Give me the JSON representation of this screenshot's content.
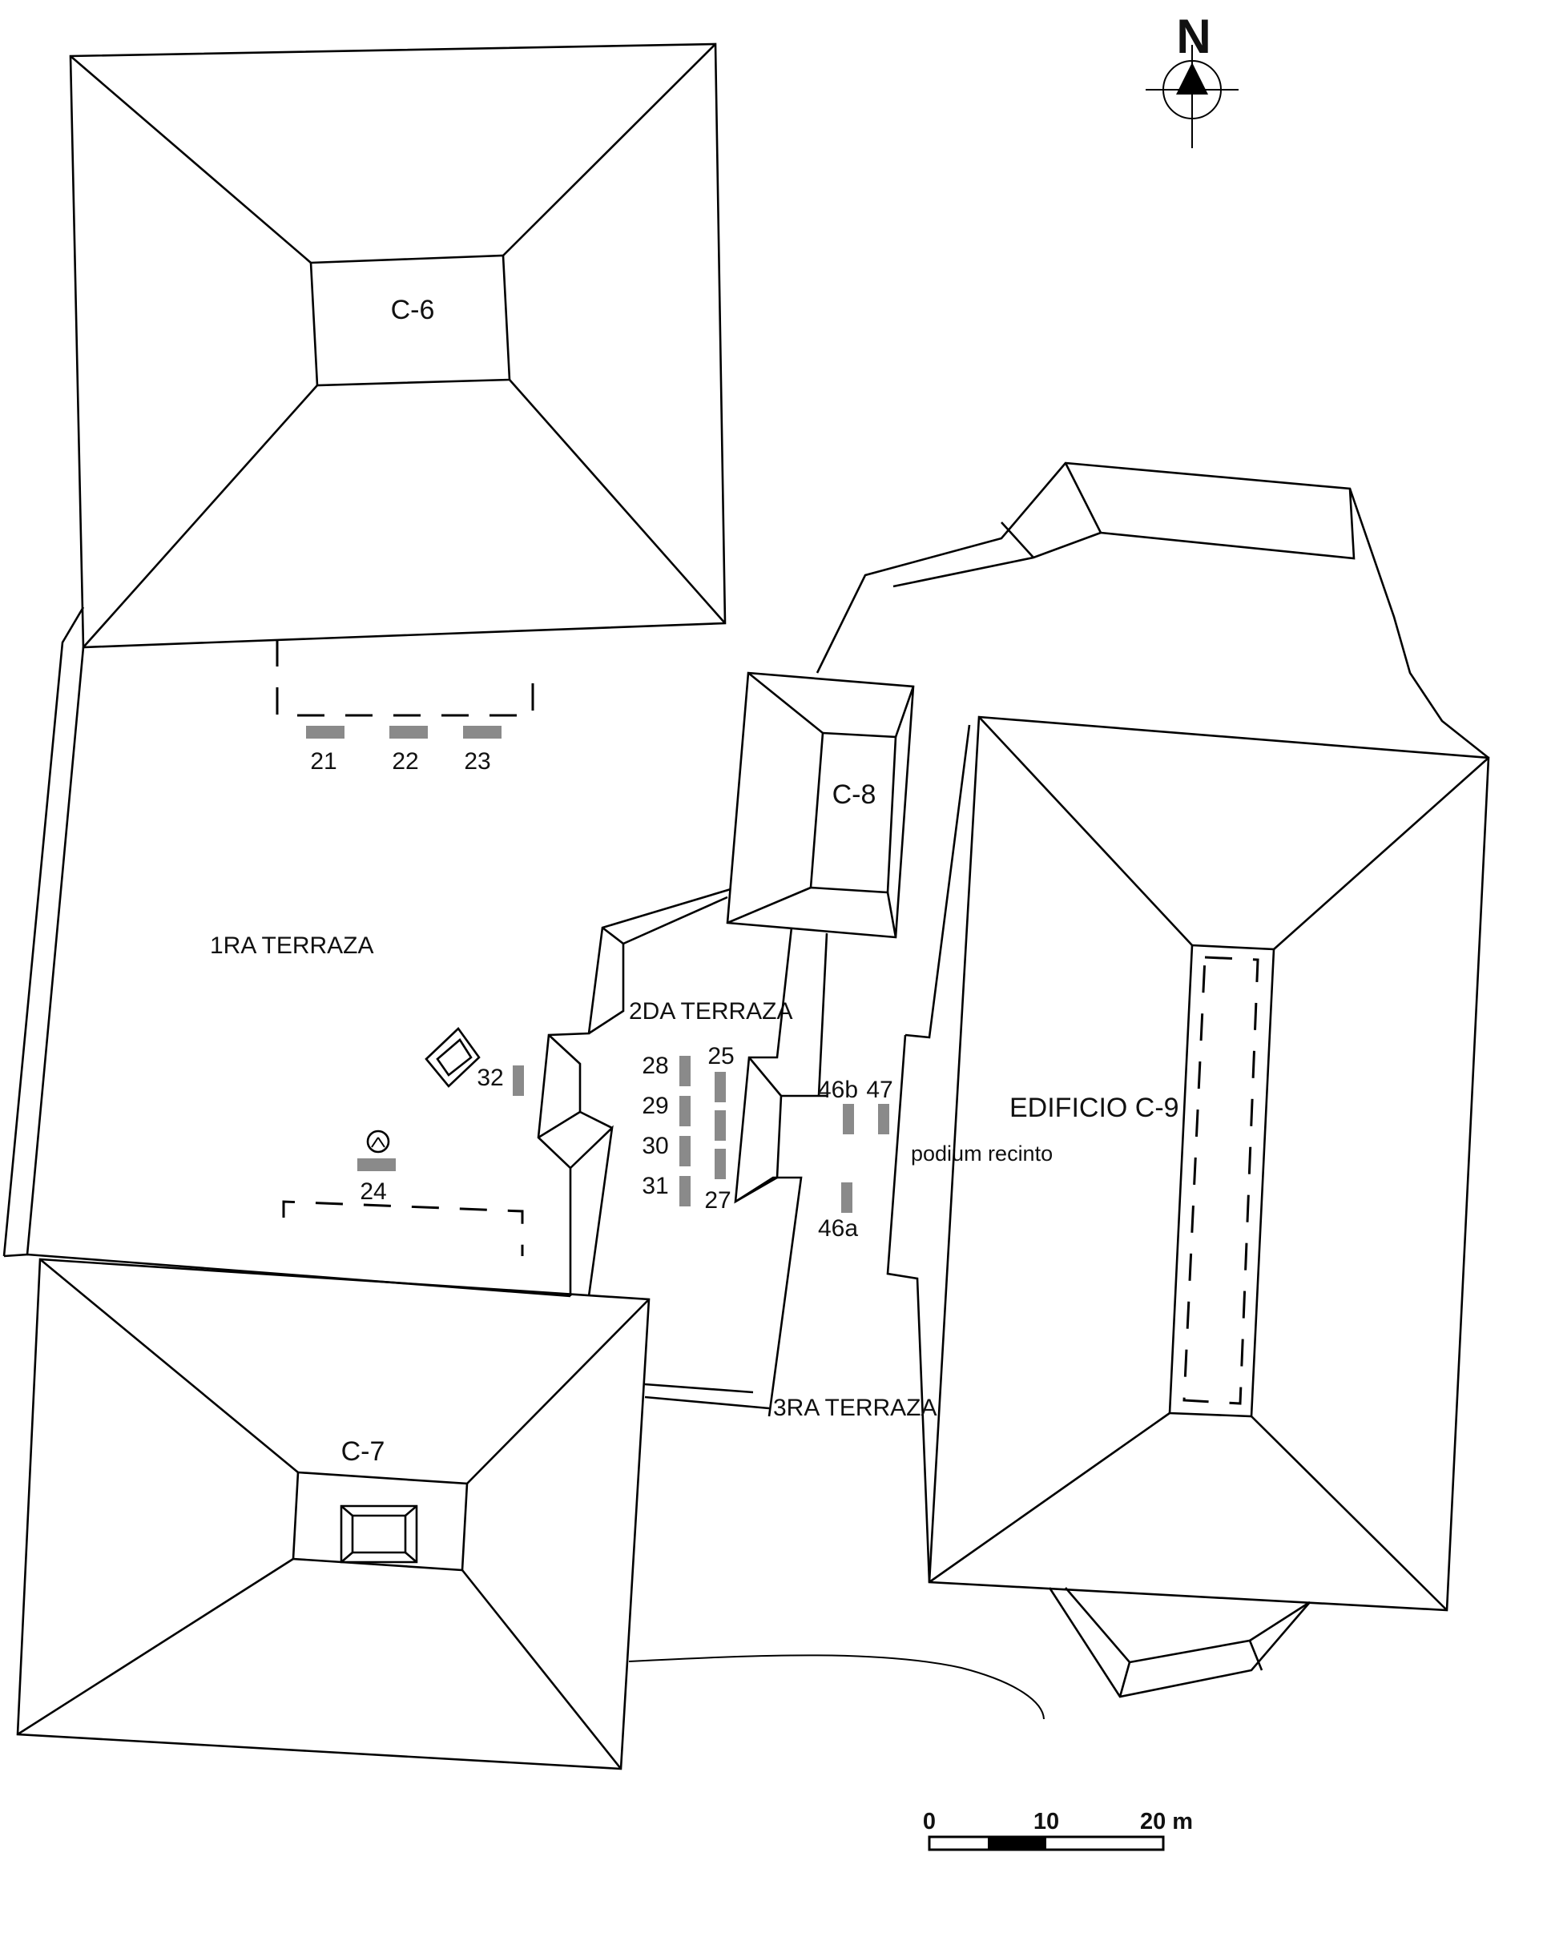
{
  "north_label": "N",
  "structures": {
    "c6": "C-6",
    "c7": "C-7",
    "c8": "C-8",
    "c9": "EDIFICIO C-9"
  },
  "terraces": {
    "first": "1RA TERRAZA",
    "second": "2DA TERRAZA",
    "third": "3RA TERRAZA"
  },
  "podium_label": "podium recinto",
  "markers": [
    "21",
    "22",
    "23",
    "24",
    "25",
    "27",
    "28",
    "29",
    "30",
    "31",
    "32",
    "46a",
    "46b",
    "47"
  ],
  "scale_bar": {
    "labels": [
      "0",
      "10",
      "20 m"
    ]
  }
}
